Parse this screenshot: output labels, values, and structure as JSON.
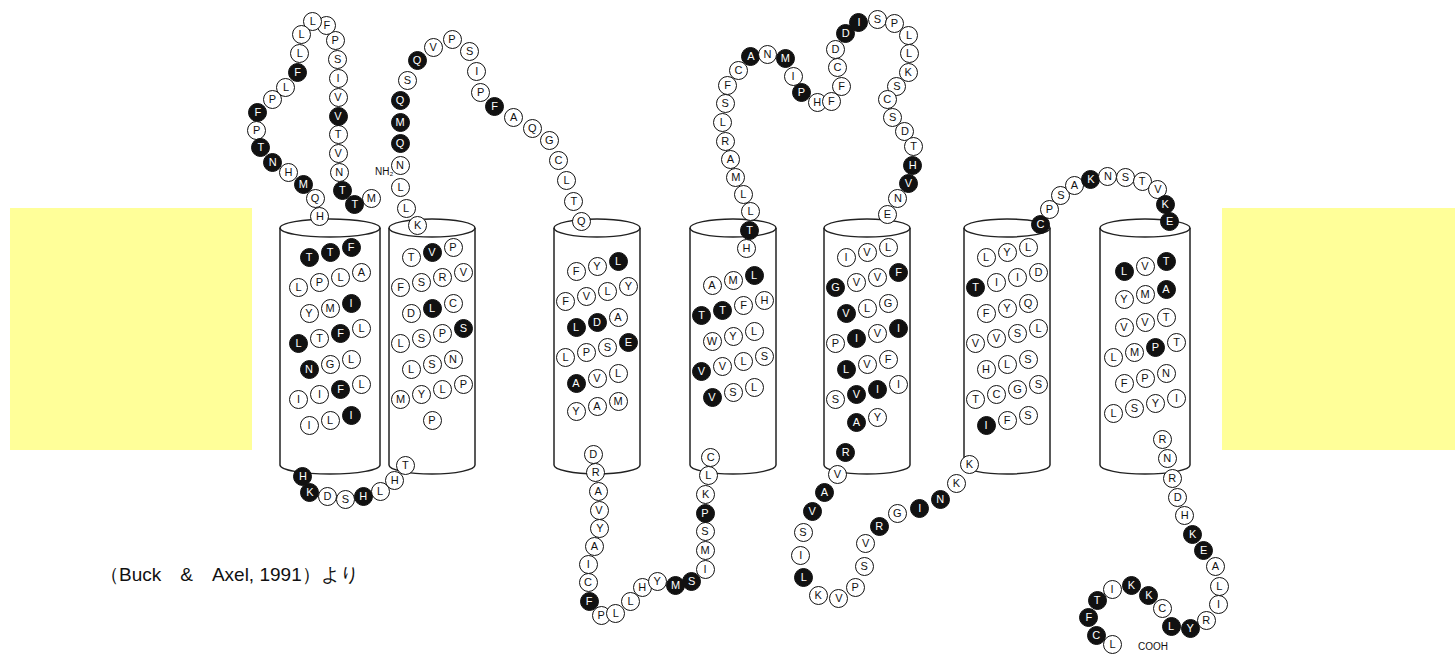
{
  "diagram": {
    "caption": "（Buck　&　Axel, 1991）より",
    "nodes": [
      {
        "text": [
          "M"
        ]
      },
      {
        "text": [
          "T"
        ]
      },
      {
        "text": [
          "T"
        ]
      },
      {
        "text": [
          "N"
        ]
      },
      {
        "text": [
          "V"
        ]
      },
      {
        "text": [
          "T"
        ]
      },
      {
        "text": [
          "V"
        ]
      },
      {
        "text": [
          "V"
        ]
      },
      {
        "text": [
          "I"
        ]
      },
      {
        "text": [
          "S"
        ]
      },
      {
        "text": [
          "P"
        ]
      },
      {
        "text": [
          "F"
        ]
      },
      {
        "text": [
          "L"
        ]
      },
      {
        "text": [
          "L"
        ]
      },
      {
        "text": [
          "L"
        ]
      },
      {
        "text": [
          "F"
        ]
      },
      {
        "text": [
          "L"
        ]
      },
      {
        "text": [
          "P"
        ]
      },
      {
        "text": [
          "F"
        ]
      },
      {
        "text": [
          "P"
        ]
      },
      {
        "text": [
          "T"
        ]
      },
      {
        "text": [
          "N"
        ]
      },
      {
        "text": [
          "H"
        ]
      },
      {
        "text": [
          "M"
        ]
      },
      {
        "text": [
          "Q"
        ]
      },
      {
        "text": [
          "H"
        ]
      },
      {
        "text": [
          "T"
        ]
      },
      {
        "text": [
          "T"
        ]
      },
      {
        "text": [
          "F"
        ]
      },
      {
        "text": [
          "L"
        ]
      },
      {
        "text": [
          "P"
        ]
      },
      {
        "text": [
          "L"
        ]
      },
      {
        "text": [
          "A"
        ]
      },
      {
        "text": [
          "Y"
        ]
      },
      {
        "text": [
          "M"
        ]
      },
      {
        "text": [
          "I"
        ]
      },
      {
        "text": [
          "L"
        ]
      },
      {
        "text": [
          "T"
        ]
      },
      {
        "text": [
          "F"
        ]
      },
      {
        "text": [
          "L"
        ]
      },
      {
        "text": [
          "N"
        ]
      },
      {
        "text": [
          "G"
        ]
      },
      {
        "text": [
          "L"
        ]
      },
      {
        "text": [
          "I"
        ]
      },
      {
        "text": [
          "I"
        ]
      },
      {
        "text": [
          "F"
        ]
      },
      {
        "text": [
          "L"
        ]
      },
      {
        "text": [
          "I"
        ]
      },
      {
        "text": [
          "L"
        ]
      },
      {
        "text": [
          "I"
        ]
      },
      {
        "text": [
          "H"
        ]
      },
      {
        "text": [
          "K"
        ]
      },
      {
        "text": [
          "D"
        ]
      },
      {
        "text": [
          "S"
        ]
      },
      {
        "text": [
          "H"
        ]
      },
      {
        "text": [
          "L"
        ]
      },
      {
        "text": [
          "H"
        ]
      },
      {
        "text": [
          "T"
        ]
      },
      {
        "text": [
          "P"
        ]
      },
      {
        "text": [
          "P"
        ]
      },
      {
        "text": [
          "L"
        ]
      },
      {
        "text": [
          "Y"
        ]
      },
      {
        "text": [
          "M"
        ]
      },
      {
        "text": [
          "N"
        ]
      },
      {
        "text": [
          "S"
        ]
      },
      {
        "text": [
          "L"
        ]
      },
      {
        "text": [
          "S"
        ]
      },
      {
        "text": [
          "P"
        ]
      },
      {
        "text": [
          "S"
        ]
      },
      {
        "text": [
          "L"
        ]
      },
      {
        "text": [
          "C"
        ]
      },
      {
        "text": [
          "L"
        ]
      },
      {
        "text": [
          "D"
        ]
      },
      {
        "text": [
          "V"
        ]
      },
      {
        "text": [
          "R"
        ]
      },
      {
        "text": [
          "S"
        ]
      },
      {
        "text": [
          "F"
        ]
      },
      {
        "text": [
          "P"
        ]
      },
      {
        "text": [
          "V"
        ]
      },
      {
        "text": [
          "T"
        ]
      },
      {
        "text": [
          "K"
        ]
      },
      {
        "text": [
          "L"
        ]
      },
      {
        "text": [
          "L"
        ]
      },
      {
        "text": [
          "N"
        ]
      },
      {
        "text": [
          "Q"
        ]
      },
      {
        "text": [
          "M"
        ]
      },
      {
        "text": [
          "Q"
        ]
      },
      {
        "text": [
          "S"
        ]
      },
      {
        "text": [
          "Q"
        ]
      },
      {
        "text": [
          "V"
        ]
      },
      {
        "text": [
          "P"
        ]
      },
      {
        "text": [
          "S"
        ]
      },
      {
        "text": [
          "I"
        ]
      },
      {
        "text": [
          "P"
        ]
      },
      {
        "text": [
          "F"
        ]
      },
      {
        "text": [
          "A"
        ]
      },
      {
        "text": [
          "Q"
        ]
      },
      {
        "text": [
          "G"
        ]
      },
      {
        "text": [
          "C"
        ]
      },
      {
        "text": [
          "L"
        ]
      },
      {
        "text": [
          "T"
        ]
      },
      {
        "text": [
          "Q"
        ]
      },
      {
        "text": [
          "F"
        ]
      },
      {
        "text": [
          "Y"
        ]
      },
      {
        "text": [
          "L"
        ]
      },
      {
        "text": [
          "F"
        ]
      },
      {
        "text": [
          "V"
        ]
      },
      {
        "text": [
          "L"
        ]
      },
      {
        "text": [
          "Y"
        ]
      },
      {
        "text": [
          "L"
        ]
      },
      {
        "text": [
          "D"
        ]
      },
      {
        "text": [
          "A"
        ]
      },
      {
        "text": [
          "L"
        ]
      },
      {
        "text": [
          "P"
        ]
      },
      {
        "text": [
          "S"
        ]
      },
      {
        "text": [
          "E"
        ]
      },
      {
        "text": [
          "A"
        ]
      },
      {
        "text": [
          "V"
        ]
      },
      {
        "text": [
          "L"
        ]
      },
      {
        "text": [
          "Y"
        ]
      },
      {
        "text": [
          "A"
        ]
      },
      {
        "text": [
          "M"
        ]
      },
      {
        "text": [
          "D"
        ]
      },
      {
        "text": [
          "R"
        ]
      },
      {
        "text": [
          "A"
        ]
      },
      {
        "text": [
          "V"
        ]
      },
      {
        "text": [
          "Y"
        ]
      },
      {
        "text": [
          "A"
        ]
      },
      {
        "text": [
          "I"
        ]
      },
      {
        "text": [
          "C"
        ]
      },
      {
        "text": [
          "F"
        ]
      },
      {
        "text": [
          "P"
        ]
      },
      {
        "text": [
          "L"
        ]
      },
      {
        "text": [
          "L"
        ]
      },
      {
        "text": [
          "H"
        ]
      },
      {
        "text": [
          "Y"
        ]
      },
      {
        "text": [
          "M"
        ]
      },
      {
        "text": [
          "S"
        ]
      },
      {
        "text": [
          "I"
        ]
      },
      {
        "text": [
          "M"
        ]
      },
      {
        "text": [
          "S"
        ]
      },
      {
        "text": [
          "P"
        ]
      },
      {
        "text": [
          "K"
        ]
      },
      {
        "text": [
          "L"
        ]
      },
      {
        "text": [
          "C"
        ]
      },
      {
        "text": [
          "L"
        ]
      },
      {
        "text": [
          "S"
        ]
      },
      {
        "text": [
          "V"
        ]
      },
      {
        "text": [
          "S"
        ]
      },
      {
        "text": [
          "L"
        ]
      },
      {
        "text": [
          "V"
        ]
      },
      {
        "text": [
          "V"
        ]
      },
      {
        "text": [
          "L"
        ]
      },
      {
        "text": [
          "Y"
        ]
      },
      {
        "text": [
          "W"
        ]
      },
      {
        "text": [
          "H"
        ]
      },
      {
        "text": [
          "F"
        ]
      },
      {
        "text": [
          "T"
        ]
      },
      {
        "text": [
          "T"
        ]
      },
      {
        "text": [
          "L"
        ]
      },
      {
        "text": [
          "M"
        ]
      },
      {
        "text": [
          "A"
        ]
      },
      {
        "text": [
          "H"
        ]
      },
      {
        "text": [
          "T"
        ]
      },
      {
        "text": [
          "L"
        ]
      },
      {
        "text": [
          "L"
        ]
      },
      {
        "text": [
          "M"
        ]
      },
      {
        "text": [
          "A"
        ]
      },
      {
        "text": [
          "R"
        ]
      },
      {
        "text": [
          "L"
        ]
      },
      {
        "text": [
          "S"
        ]
      },
      {
        "text": [
          "F"
        ]
      },
      {
        "text": [
          "C"
        ]
      },
      {
        "text": [
          "A"
        ]
      },
      {
        "text": [
          "N"
        ]
      },
      {
        "text": [
          "M"
        ]
      },
      {
        "text": [
          "I"
        ]
      },
      {
        "text": [
          "P"
        ]
      },
      {
        "text": [
          "H"
        ]
      },
      {
        "text": [
          "F"
        ]
      },
      {
        "text": [
          "F"
        ]
      },
      {
        "text": [
          "C"
        ]
      },
      {
        "text": [
          "D"
        ]
      },
      {
        "text": [
          "D"
        ]
      },
      {
        "text": [
          "I"
        ]
      },
      {
        "text": [
          "S"
        ]
      },
      {
        "text": [
          "P"
        ]
      },
      {
        "text": [
          "L"
        ]
      },
      {
        "text": [
          "L"
        ]
      },
      {
        "text": [
          "K"
        ]
      },
      {
        "text": [
          "S"
        ]
      },
      {
        "text": [
          "C"
        ]
      },
      {
        "text": [
          "S"
        ]
      },
      {
        "text": [
          "D"
        ]
      },
      {
        "text": [
          "T"
        ]
      },
      {
        "text": [
          "H"
        ]
      },
      {
        "text": [
          "V"
        ]
      },
      {
        "text": [
          "N"
        ]
      },
      {
        "text": [
          "E"
        ]
      },
      {
        "text": [
          "I"
        ]
      },
      {
        "text": [
          "V"
        ]
      },
      {
        "text": [
          "L"
        ]
      },
      {
        "text": [
          "G"
        ]
      },
      {
        "text": [
          "V"
        ]
      },
      {
        "text": [
          "V"
        ]
      },
      {
        "text": [
          "F"
        ]
      },
      {
        "text": [
          "V"
        ]
      },
      {
        "text": [
          "L"
        ]
      },
      {
        "text": [
          "G"
        ]
      },
      {
        "text": [
          "P"
        ]
      },
      {
        "text": [
          "I"
        ]
      },
      {
        "text": [
          "V"
        ]
      },
      {
        "text": [
          "I"
        ]
      },
      {
        "text": [
          "L"
        ]
      },
      {
        "text": [
          "V"
        ]
      },
      {
        "text": [
          "F"
        ]
      },
      {
        "text": [
          "S"
        ]
      },
      {
        "text": [
          "V"
        ]
      },
      {
        "text": [
          "I"
        ]
      },
      {
        "text": [
          "I"
        ]
      },
      {
        "text": [
          "A"
        ]
      },
      {
        "text": [
          "Y"
        ]
      },
      {
        "text": [
          "R"
        ]
      },
      {
        "text": [
          "V"
        ]
      },
      {
        "text": [
          "A"
        ]
      },
      {
        "text": [
          "V"
        ]
      },
      {
        "text": [
          "S"
        ]
      },
      {
        "text": [
          "I"
        ]
      },
      {
        "text": [
          "L"
        ]
      },
      {
        "text": [
          "K"
        ]
      },
      {
        "text": [
          "V"
        ]
      },
      {
        "text": [
          "P"
        ]
      },
      {
        "text": [
          "S"
        ]
      },
      {
        "text": [
          "V"
        ]
      },
      {
        "text": [
          "R"
        ]
      },
      {
        "text": [
          "G"
        ]
      },
      {
        "text": [
          "I"
        ]
      },
      {
        "text": [
          "N"
        ]
      },
      {
        "text": [
          "K"
        ]
      },
      {
        "text": [
          "K"
        ]
      },
      {
        "text": [
          "S"
        ]
      },
      {
        "text": [
          "F"
        ]
      },
      {
        "text": [
          "I"
        ]
      },
      {
        "text": [
          "S"
        ]
      },
      {
        "text": [
          "G"
        ]
      },
      {
        "text": [
          "C"
        ]
      },
      {
        "text": [
          "T"
        ]
      },
      {
        "text": [
          "S"
        ]
      },
      {
        "text": [
          "L"
        ]
      },
      {
        "text": [
          "H"
        ]
      },
      {
        "text": [
          "L"
        ]
      },
      {
        "text": [
          "S"
        ]
      },
      {
        "text": [
          "V"
        ]
      },
      {
        "text": [
          "V"
        ]
      },
      {
        "text": [
          "Q"
        ]
      },
      {
        "text": [
          "Y"
        ]
      },
      {
        "text": [
          "F"
        ]
      },
      {
        "text": [
          "D"
        ]
      },
      {
        "text": [
          "I"
        ]
      },
      {
        "text": [
          "I"
        ]
      },
      {
        "text": [
          "T"
        ]
      },
      {
        "text": [
          "L"
        ]
      },
      {
        "text": [
          "Y"
        ]
      },
      {
        "text": [
          "L"
        ]
      },
      {
        "text": [
          "C"
        ]
      },
      {
        "text": [
          "P"
        ]
      },
      {
        "text": [
          "S"
        ]
      },
      {
        "text": [
          "A"
        ]
      },
      {
        "text": [
          "K"
        ]
      },
      {
        "text": [
          "N"
        ]
      },
      {
        "text": [
          "S"
        ]
      },
      {
        "text": [
          "T"
        ]
      },
      {
        "text": [
          "V"
        ]
      },
      {
        "text": [
          "K"
        ]
      },
      {
        "text": [
          "E"
        ]
      },
      {
        "text": [
          "L"
        ]
      },
      {
        "text": [
          "V"
        ]
      },
      {
        "text": [
          "T"
        ]
      },
      {
        "text": [
          "Y"
        ]
      },
      {
        "text": [
          "M"
        ]
      },
      {
        "text": [
          "A"
        ]
      },
      {
        "text": [
          "V"
        ]
      },
      {
        "text": [
          "V"
        ]
      },
      {
        "text": [
          "T"
        ]
      },
      {
        "text": [
          "L"
        ]
      },
      {
        "text": [
          "M"
        ]
      },
      {
        "text": [
          "P"
        ]
      },
      {
        "text": [
          "T"
        ]
      },
      {
        "text": [
          "F"
        ]
      },
      {
        "text": [
          "P"
        ]
      },
      {
        "text": [
          "N"
        ]
      },
      {
        "text": [
          "L"
        ]
      },
      {
        "text": [
          "S"
        ]
      },
      {
        "text": [
          "Y"
        ]
      },
      {
        "text": [
          "I"
        ]
      },
      {
        "text": [
          "R"
        ]
      },
      {
        "text": [
          "N"
        ]
      },
      {
        "text": [
          "R"
        ]
      },
      {
        "text": [
          "D"
        ]
      },
      {
        "text": [
          "H"
        ]
      },
      {
        "text": [
          "K"
        ]
      },
      {
        "text": [
          "E"
        ]
      },
      {
        "text": [
          "A"
        ]
      },
      {
        "text": [
          "L"
        ]
      },
      {
        "text": [
          "I"
        ]
      },
      {
        "text": [
          "R"
        ]
      },
      {
        "text": [
          "Y"
        ]
      },
      {
        "text": [
          "L"
        ]
      },
      {
        "text": [
          "C"
        ]
      },
      {
        "text": [
          "K"
        ]
      },
      {
        "text": [
          "K"
        ]
      },
      {
        "text": [
          "I"
        ]
      },
      {
        "text": [
          "T"
        ]
      },
      {
        "text": [
          "F"
        ]
      },
      {
        "text": [
          "C"
        ]
      },
      {
        "text": [
          "L"
        ]
      }
    ],
    "labels": [
      "NH₂",
      "COOH"
    ]
  }
}
